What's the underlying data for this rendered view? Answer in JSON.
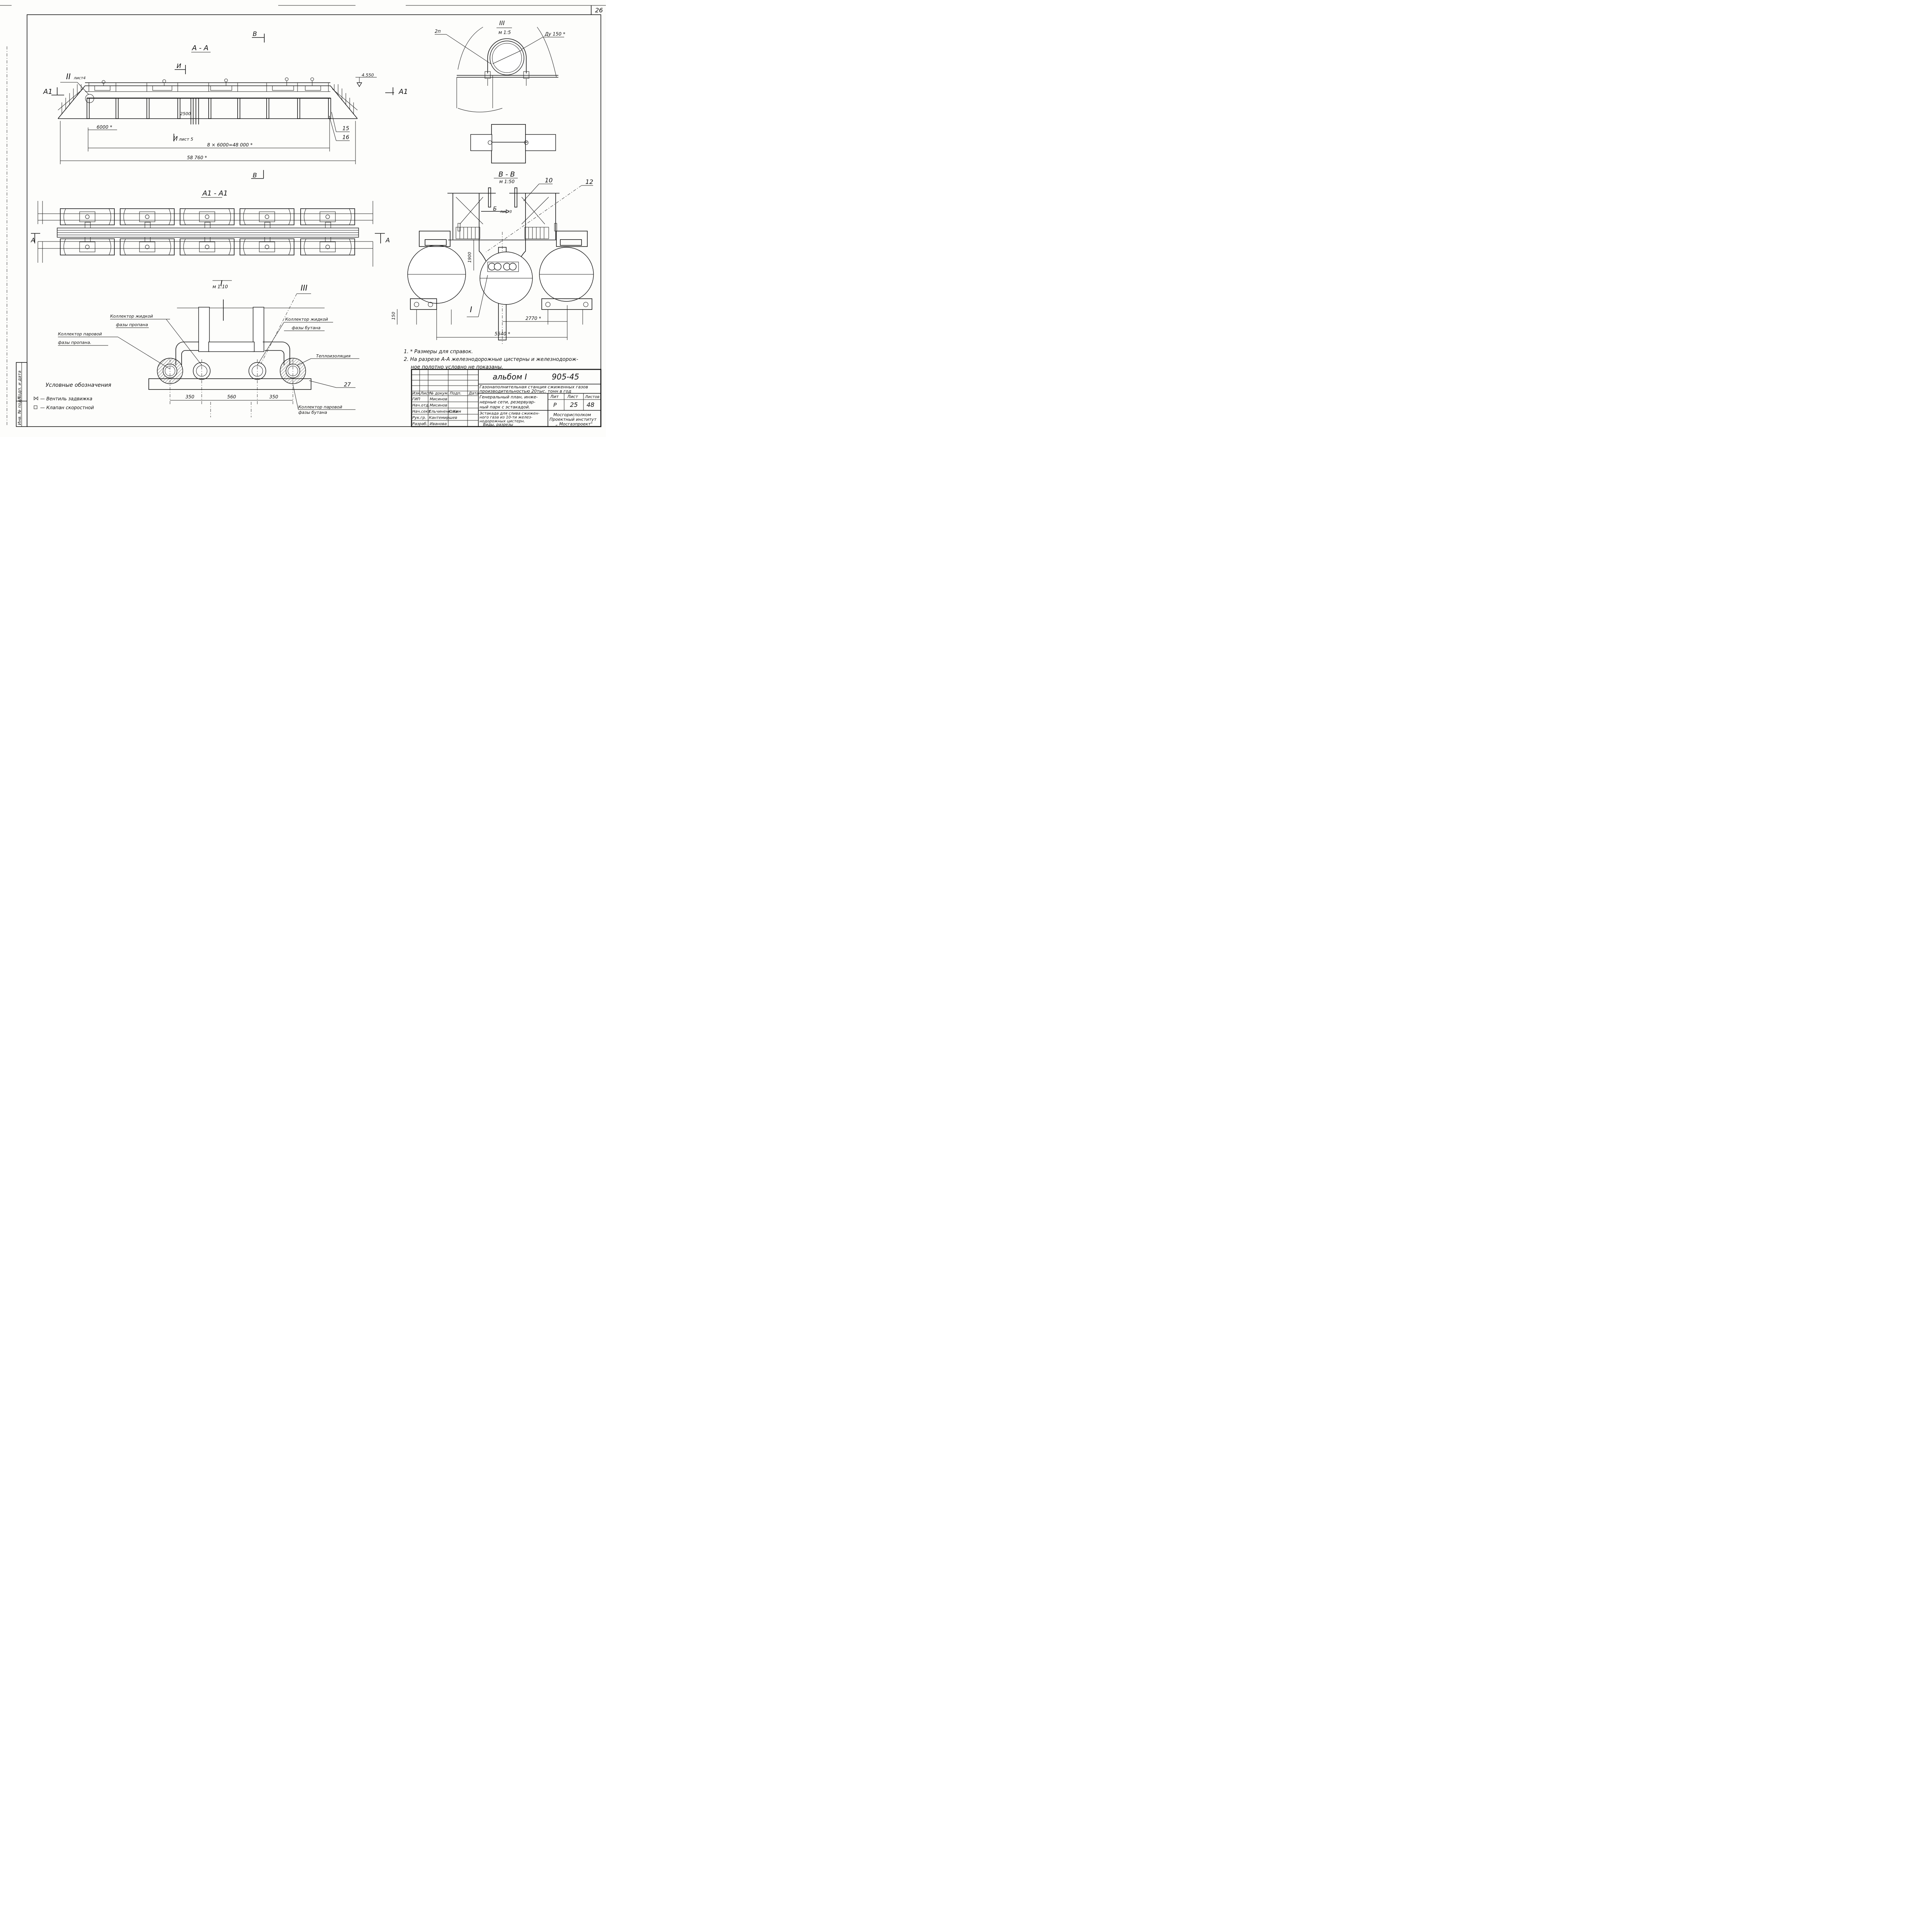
{
  "page_number": "26",
  "section_AA": {
    "title": "А - А",
    "cut_B_top": "В",
    "cut_B_bottom": "В",
    "cut_I_top": "И",
    "cut_I_bottom": "И",
    "cut_I_bottom_ref": "лист 5",
    "cut_A1_left": "А1",
    "cut_A1_right": "А1",
    "view_II": "ІІ",
    "view_II_ref": "лист4",
    "elev": "4.550",
    "dim_2500": "2500",
    "dim_6000": "6000 *",
    "dim_span": "8 × 6000=48 000 *",
    "dim_total": "58 760 *",
    "pos_15": "15",
    "pos_16": "16"
  },
  "section_A1A1": {
    "title": "А1 - А1",
    "cut_A_left": "А",
    "cut_A_right": "А"
  },
  "detail_III": {
    "title": "ІІІ",
    "scale": "м 1:5",
    "label_2p": "2п",
    "label_du": "Ду 150 *"
  },
  "section_BB": {
    "title": "В - В",
    "scale": "м 1:50",
    "pos_10": "10",
    "pos_12": "12",
    "cut_B": "Б",
    "cut_B_ref": "лист3",
    "dim_1900": "1900",
    "dim_150": "150",
    "dim_2770": "2770 *",
    "dim_5540": "5540 *",
    "view_I": "І"
  },
  "detail_I": {
    "title": "І",
    "scale": "м 1:10",
    "label_liquid_propane_1": "Коллектор жидкой",
    "label_liquid_propane_2": "фазы пропана",
    "label_vapor_propane_1": "Коллектор паровой",
    "label_vapor_propane_2": "фазы пропана.",
    "label_liquid_butane_1": "Коллектор жидкой",
    "label_liquid_butane_2": "фазы бутана",
    "label_insulation": "Теплоизоляция",
    "label_vapor_butane_1": "Коллектор паровой",
    "label_vapor_butane_2": "фазы бутана",
    "pos_27": "27",
    "dim_350a": "350",
    "dim_560": "560",
    "dim_350b": "350",
    "pos_III": "ІІІ"
  },
  "legend": {
    "title": "Условные обозначения",
    "item1": "— Вентиль задвижка",
    "item2": "— Клапан скоростной"
  },
  "notes": {
    "note1": "1. * Размеры для справок.",
    "note2a": "2. На разрезе  А-А железнодорожные цистерны и железнодорож-",
    "note2b": "ное полотно условно не показаны."
  },
  "side_stamp": {
    "c1": "Инв. № подл.",
    "c2": "Подп. и дата"
  },
  "title_block": {
    "album": "альбом І",
    "code": "905-45",
    "project_1": "Газонаполнительная станция сжиженных газов",
    "project_2": "производительностью 20тыс. тонн в год",
    "sheet_title_1": "Генеральный план, инже-",
    "sheet_title_2": "нерные сети, резервуар-",
    "sheet_title_3": "ный парк с эстакадой.",
    "drawing_title_1": "Эстакада для слива сжижен-",
    "drawing_title_2": "ного газа из 10-ти желез-",
    "drawing_title_3": "нодорожных цистерн.",
    "drawing_title_4": "Виды, разрезы",
    "hdr_lit": "Лит",
    "hdr_sheet": "Лист",
    "hdr_sheets": "Листов",
    "lit": "Р",
    "sheet": "25",
    "sheets": "48",
    "org_1": "Мосгорисполком",
    "org_2": "Проектный институт",
    "org_3": "„ Мосгазпроект\"",
    "col_izm": "Изм.",
    "col_list": "Лист",
    "col_doc": "№ докум.",
    "col_sign": "Подп.",
    "col_date": "Дата",
    "roles": [
      {
        "role": "ГИП",
        "name": "Мисинов"
      },
      {
        "role": "Нач.отд.",
        "name": "Мисинов"
      },
      {
        "role": "Нач.сект.",
        "name": "Ельчиненкова"
      },
      {
        "role": "Рук.гр.",
        "name": "Кантемиршев"
      },
      {
        "role": "Разраб.",
        "name": "Иванова"
      }
    ],
    "sign_3": "С.Ким"
  }
}
